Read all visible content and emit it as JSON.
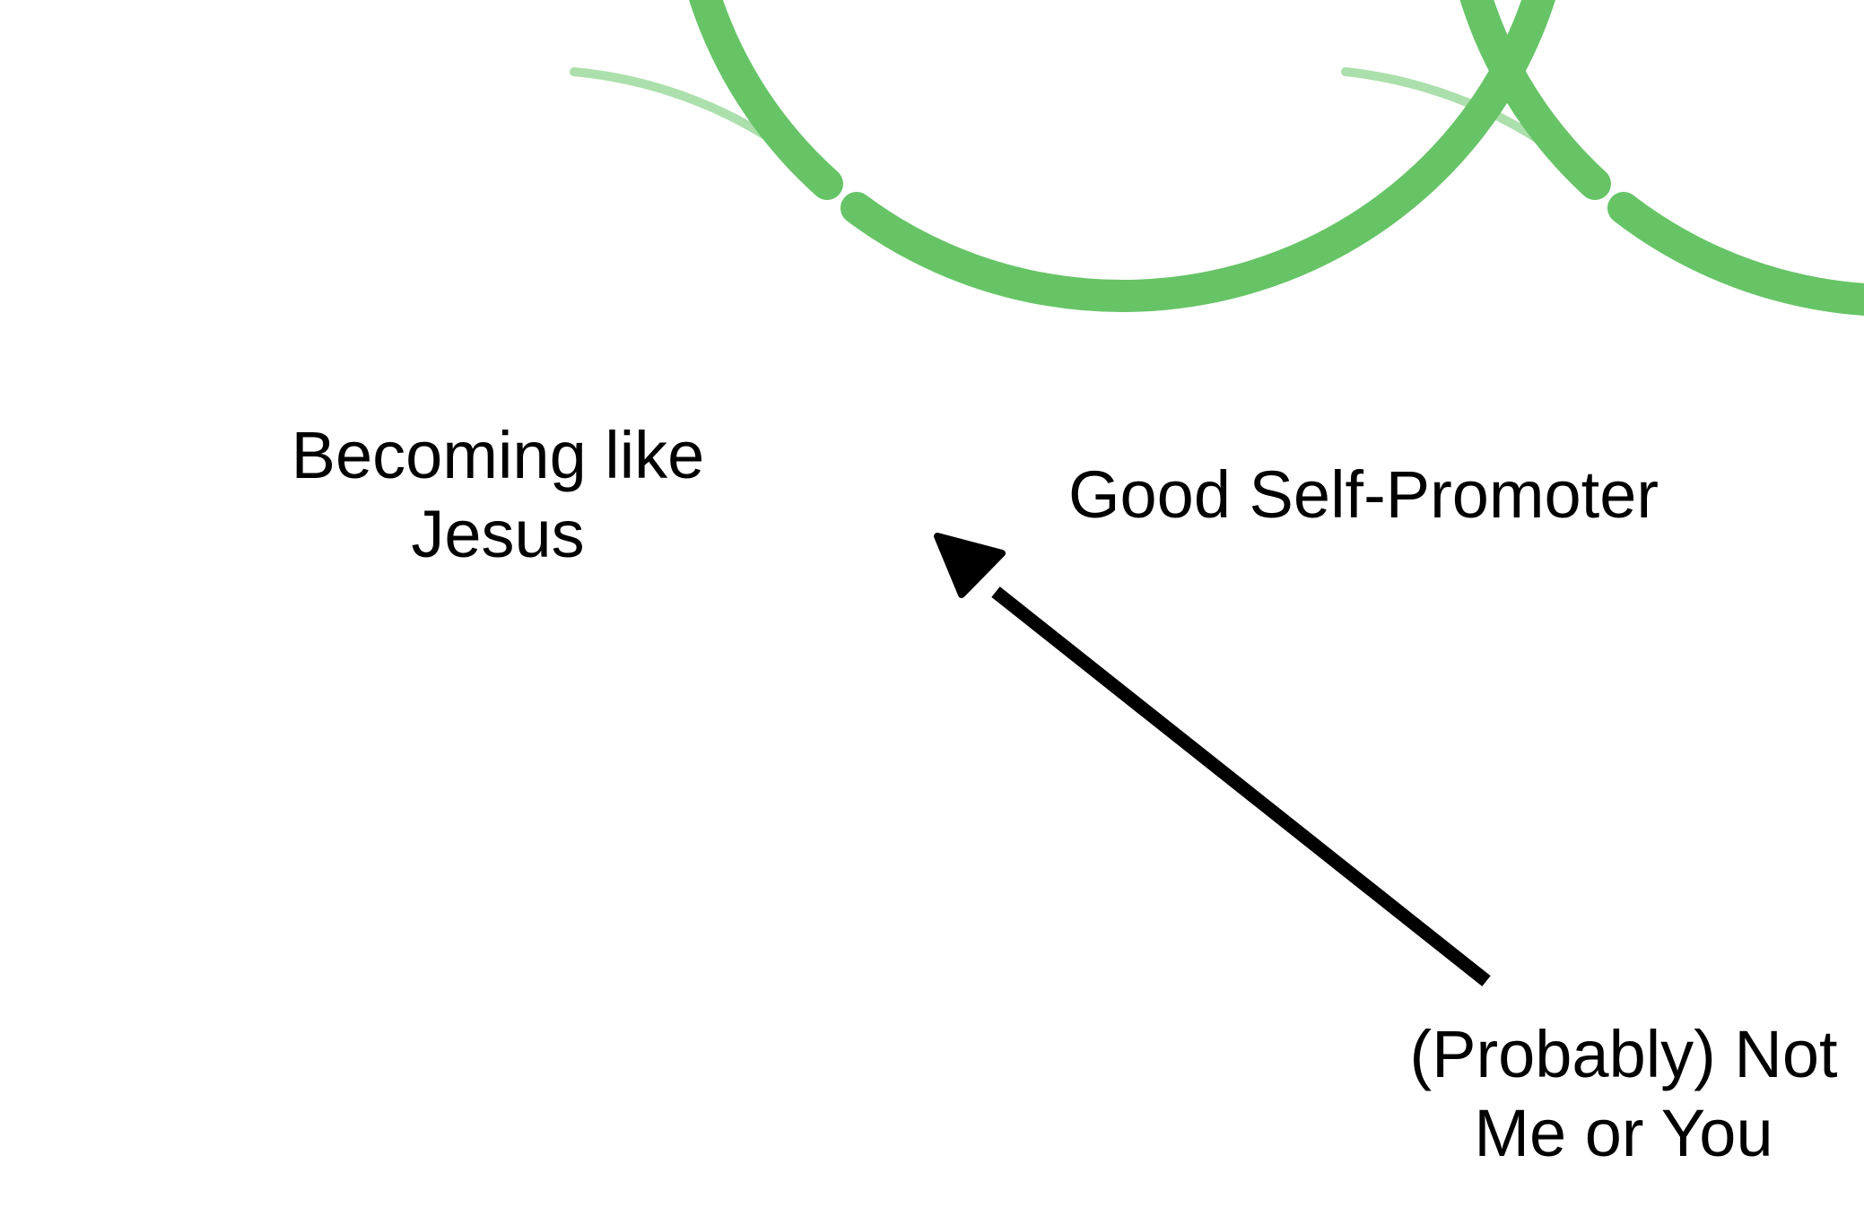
{
  "diagram": {
    "type": "venn",
    "sets": [
      {
        "label_lines": [
          "Becoming like",
          "Jesus"
        ]
      },
      {
        "label_lines": [
          "Good Self-Promoter"
        ]
      }
    ],
    "callout": {
      "label_lines": [
        "(Probably) Not",
        "Me or You"
      ],
      "points_to": "intersection"
    },
    "colors": {
      "circle_stroke": "#66c466",
      "arrow": "#000000",
      "text": "#000000",
      "background": "#ffffff"
    }
  }
}
